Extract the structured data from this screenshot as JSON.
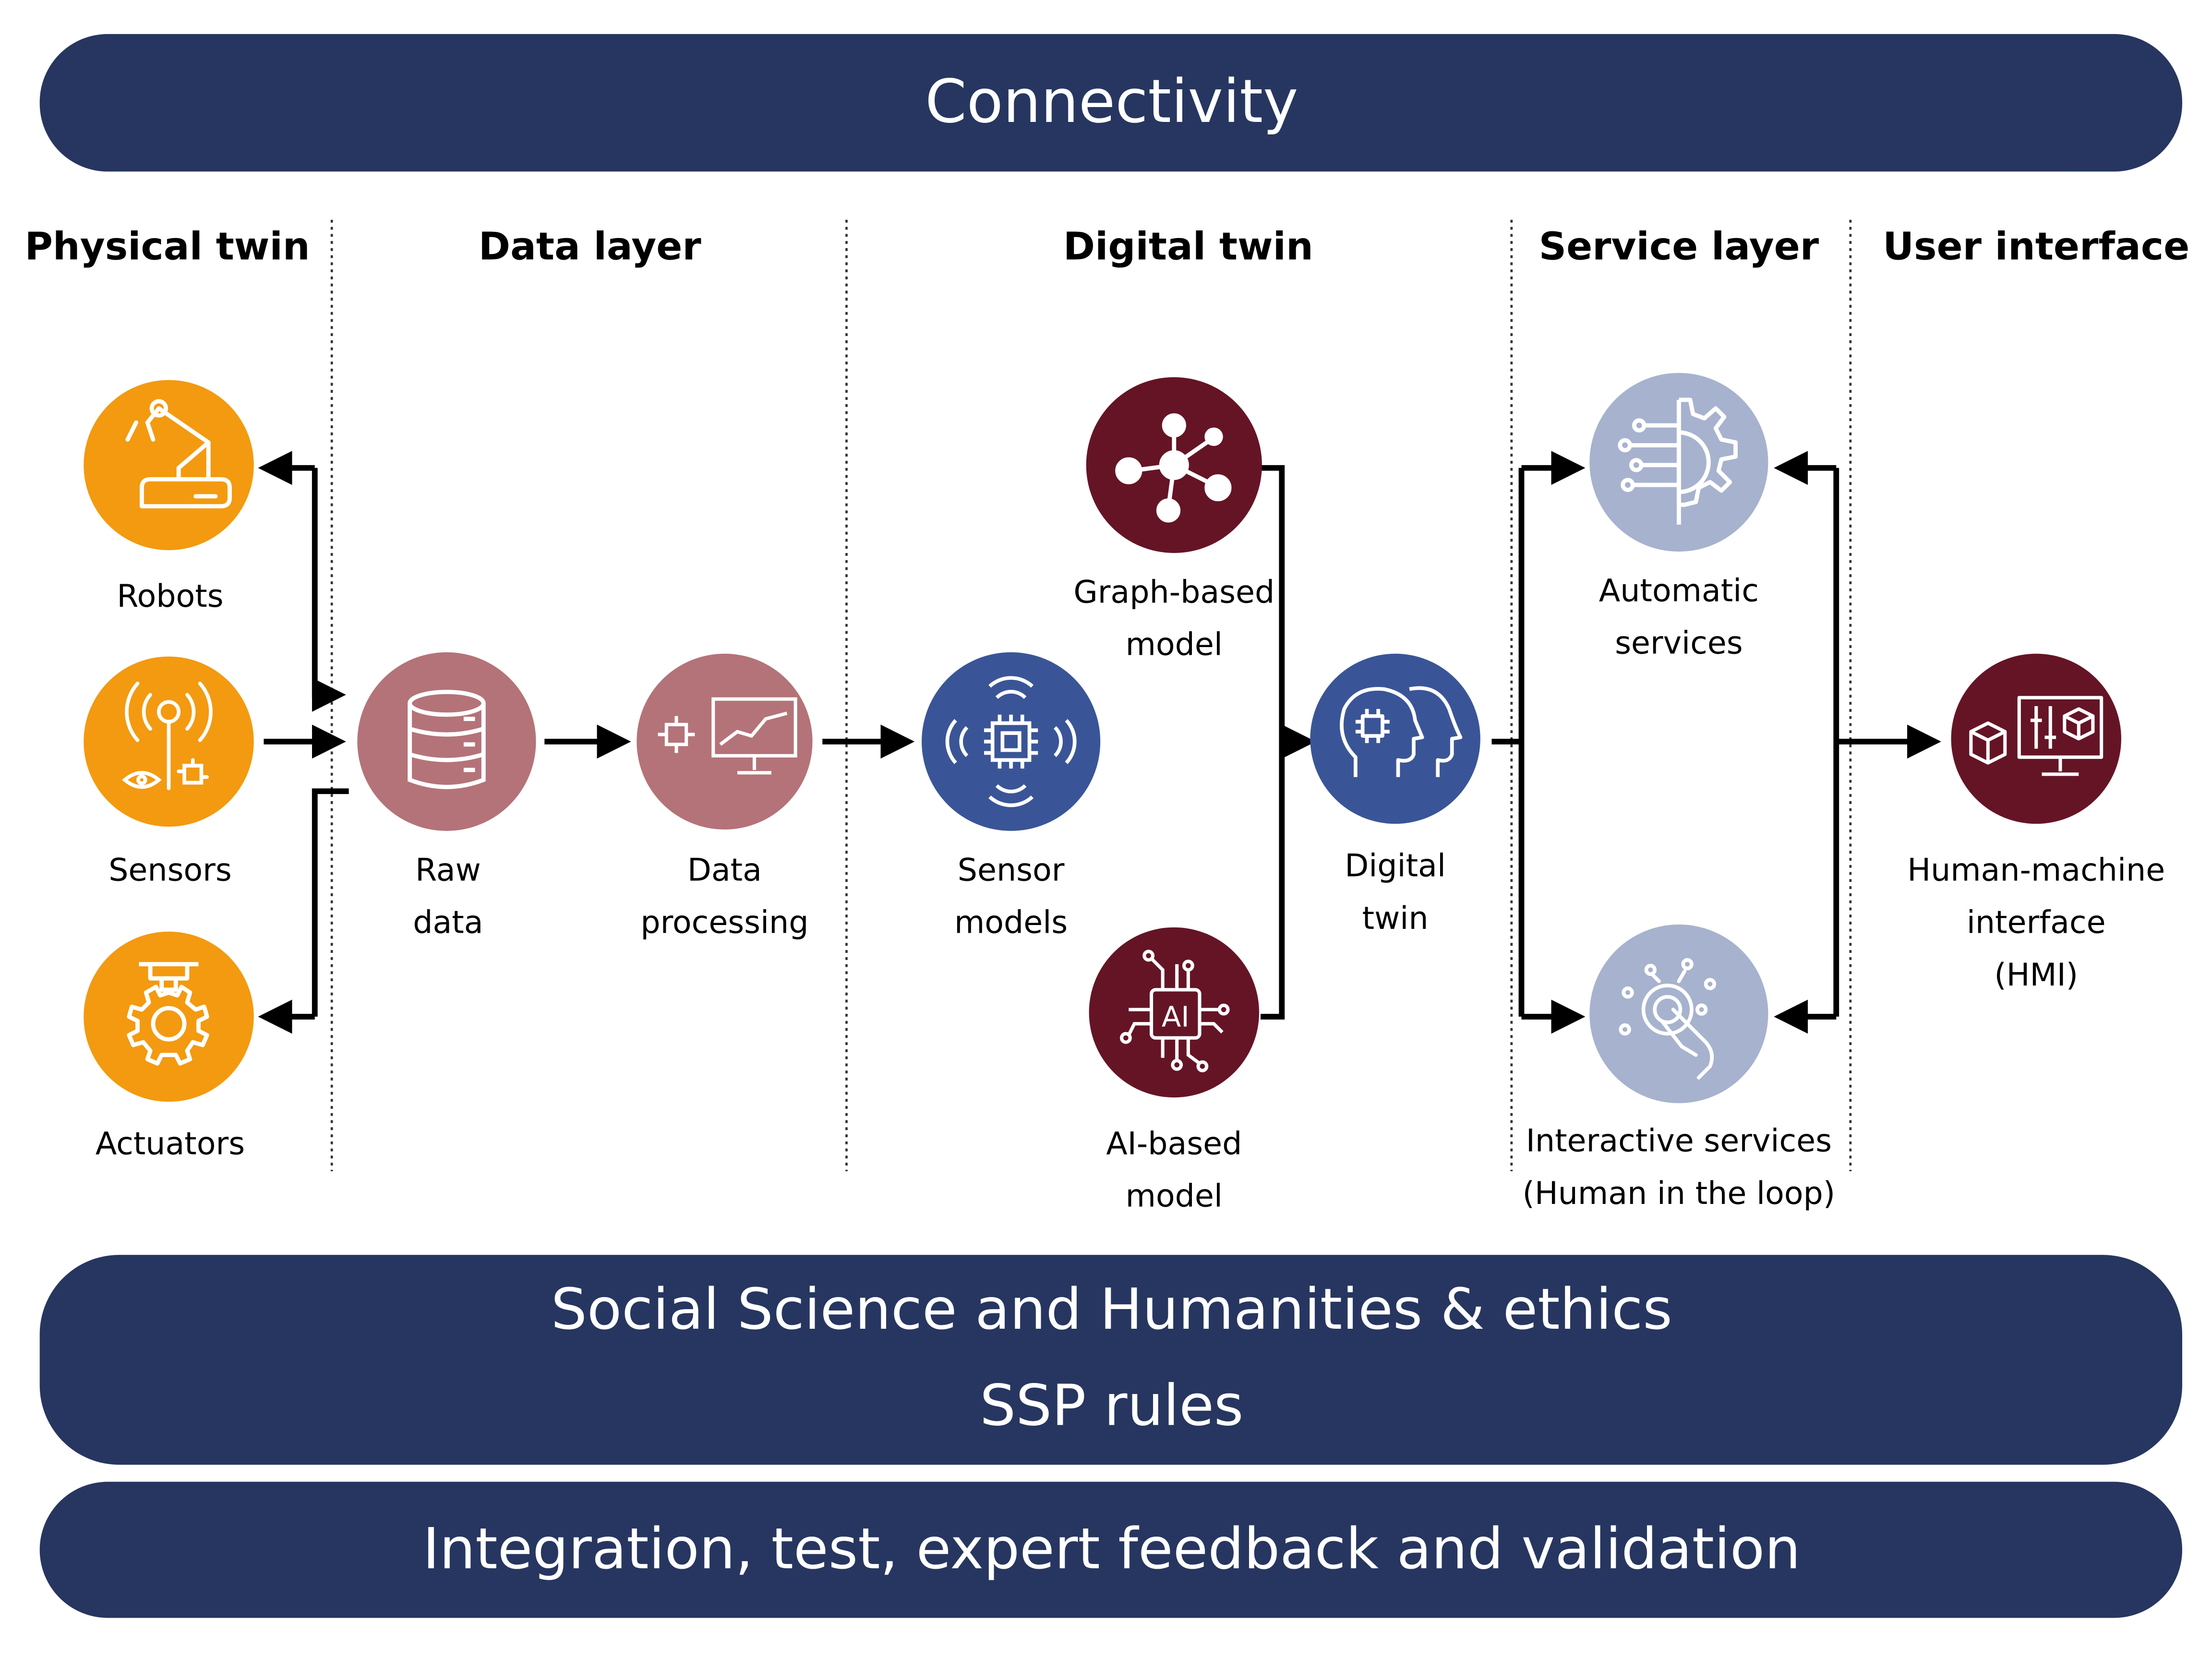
{
  "banners": {
    "top": "Connectivity",
    "middle_line1": "Social Science and Humanities & ethics",
    "middle_line2": "SSP rules",
    "bottom": "Integration, test, expert feedback and validation"
  },
  "columns": [
    "Physical twin",
    "Data layer",
    "Digital twin",
    "Service layer",
    "User interface"
  ],
  "nodes": {
    "robots": {
      "label": [
        "Robots"
      ],
      "icon": "robot-arm-icon"
    },
    "sensors": {
      "label": [
        "Sensors"
      ],
      "icon": "sensor-antenna-icon"
    },
    "actuators": {
      "label": [
        "Actuators"
      ],
      "icon": "actuator-gear-icon"
    },
    "raw_data": {
      "label": [
        "Raw",
        "data"
      ],
      "icon": "database-icon"
    },
    "data_processing": {
      "label": [
        "Data",
        "processing"
      ],
      "icon": "data-processing-monitor-icon"
    },
    "sensor_models": {
      "label": [
        "Sensor",
        "models"
      ],
      "icon": "chip-signal-icon"
    },
    "graph_model": {
      "label": [
        "Graph-based",
        "model"
      ],
      "icon": "graph-network-icon"
    },
    "ai_model": {
      "label": [
        "AI-based",
        "model"
      ],
      "icon": "ai-chip-icon"
    },
    "ai_chip_text": "AI",
    "digital_twin": {
      "label": [
        "Digital",
        "twin"
      ],
      "icon": "twin-heads-icon"
    },
    "automatic_services": {
      "label": [
        "Automatic",
        "services"
      ],
      "icon": "automation-gear-icon"
    },
    "interactive_services": {
      "label": [
        "Interactive services",
        "(Human in the loop)"
      ],
      "icon": "touch-hand-icon"
    },
    "hmi": {
      "label": [
        "Human-machine",
        "interface",
        "(HMI)"
      ],
      "icon": "hmi-monitor-icon"
    }
  },
  "colors": {
    "banner": "#273660",
    "orange": "#F39A10",
    "rose": "#B47378",
    "blue": "#3A5597",
    "maroon": "#651426",
    "lavender": "#A7B2CE",
    "line": "#000000"
  }
}
